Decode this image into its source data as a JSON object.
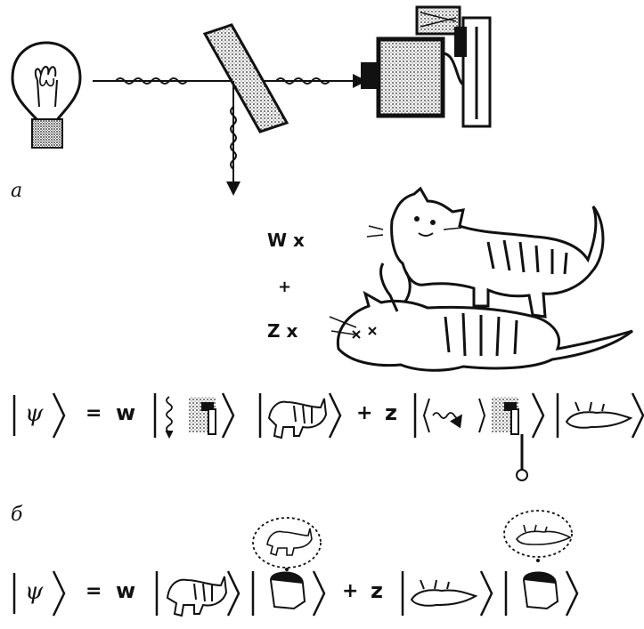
{
  "labels": {
    "a": "a",
    "b": "б"
  },
  "superposition": {
    "w": "W x",
    "plus": "+",
    "z": "Z x"
  },
  "equation1": {
    "psi": "ψ",
    "equals": "=",
    "w": "w",
    "plus": "+",
    "z": "z"
  },
  "equation2": {
    "psi": "ψ",
    "equals": "=",
    "w": "w",
    "plus": "+",
    "z": "z"
  }
}
